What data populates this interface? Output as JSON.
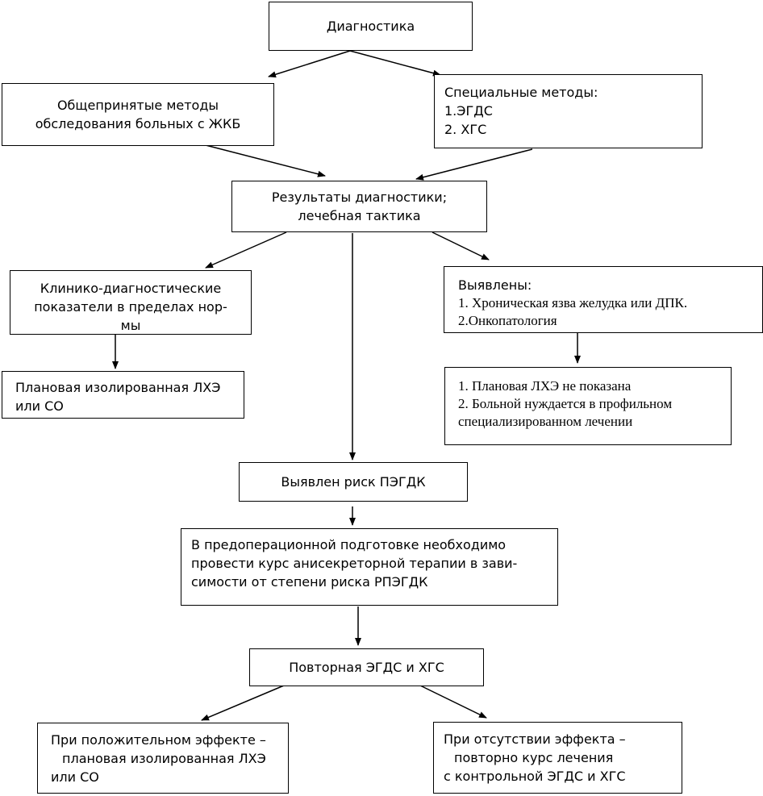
{
  "diagnostics": {
    "title": "Диагностика"
  },
  "general_methods": {
    "line1": "Общепринятые методы",
    "line2": "обследования больных с ЖКБ"
  },
  "special_methods": {
    "title": "Специальные методы:",
    "item1": "1.ЭГДС",
    "item2": "2. ХГС"
  },
  "results": {
    "line1": "Результаты диагностики;",
    "line2": "лечебная тактика"
  },
  "clinical_norm": {
    "line1": "Клинико-диагностические",
    "line2": "показатели в пределах нор-",
    "line3": "мы"
  },
  "revealed": {
    "title": "Выявлены:",
    "item1": "1. Хроническая язва желудка или ДПК.",
    "item2": "2.Онкопатология"
  },
  "planned_lche": {
    "line1": "Плановая изолированная ЛХЭ",
    "line2": "или СО"
  },
  "not_indicated": {
    "item1": "1. Плановая ЛХЭ не показана",
    "item2": "2. Больной нуждается в профильном",
    "item3": "специализированном лечении"
  },
  "risk": {
    "title": "Выявлен риск ПЭГДК"
  },
  "preop": {
    "line1": "В предоперационной подготовке необходимо",
    "line2": "провести курс анисекреторной терапии в зави-",
    "line3": "симости от степени риска РПЭГДК"
  },
  "repeat": {
    "title": "Повторная ЭГДС и ХГС"
  },
  "positive": {
    "line1": "При положительном эффекте –",
    "line2": "плановая изолированная ЛХЭ",
    "line3": "или СО"
  },
  "no_effect": {
    "line1": "При отсутствии эффекта –",
    "line2": "повторно курс лечения",
    "line3": "с контрольной ЭГДС и ХГС"
  }
}
